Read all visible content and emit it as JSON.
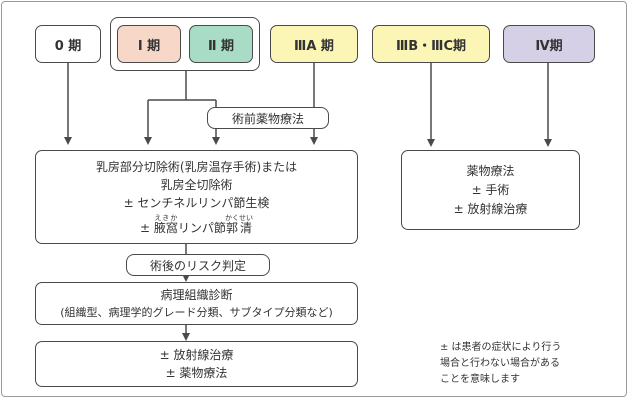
{
  "stages": {
    "s0": "0 期",
    "s1": "Ⅰ 期",
    "s2": "Ⅱ 期",
    "s3a": "ⅢA 期",
    "s3bc": "ⅢB・ⅢC期",
    "s4": "Ⅳ期"
  },
  "stage_colors": {
    "s1": "#f7d8c8",
    "s2": "#a8dcc6",
    "s3a": "#fbf6b5",
    "s3bc": "#fbf6b5",
    "s4": "#d5d0e6"
  },
  "labels": {
    "neoadjuvant": "術前薬物療法",
    "post_op_risk": "術後のリスク判定"
  },
  "surgery": {
    "line1": "乳房部分切除術(乳房温存手術)または",
    "line2": "乳房全切除術",
    "line3": "± センチネルリンパ節生検",
    "line4_prefix": "± ",
    "kanji_axilla": "腋窩",
    "ruby_axilla": "えきか",
    "mid": "リンパ節",
    "kanji_dissection": "郭清",
    "ruby_dissection": "かくせい"
  },
  "pathology": {
    "line1": "病理組織診断",
    "line2": "(組織型、病理学的グレード分類、サブタイプ分類など)"
  },
  "adjuvant": {
    "line1": "± 放射線治療",
    "line2": "± 薬物療法"
  },
  "advanced": {
    "line1": "薬物療法",
    "line2": "± 手術",
    "line3": "± 放射線治療"
  },
  "note": {
    "line1": "± は患者の症状により行う",
    "line2": "場合と行わない場合がある",
    "line3": "ことを意味します"
  }
}
